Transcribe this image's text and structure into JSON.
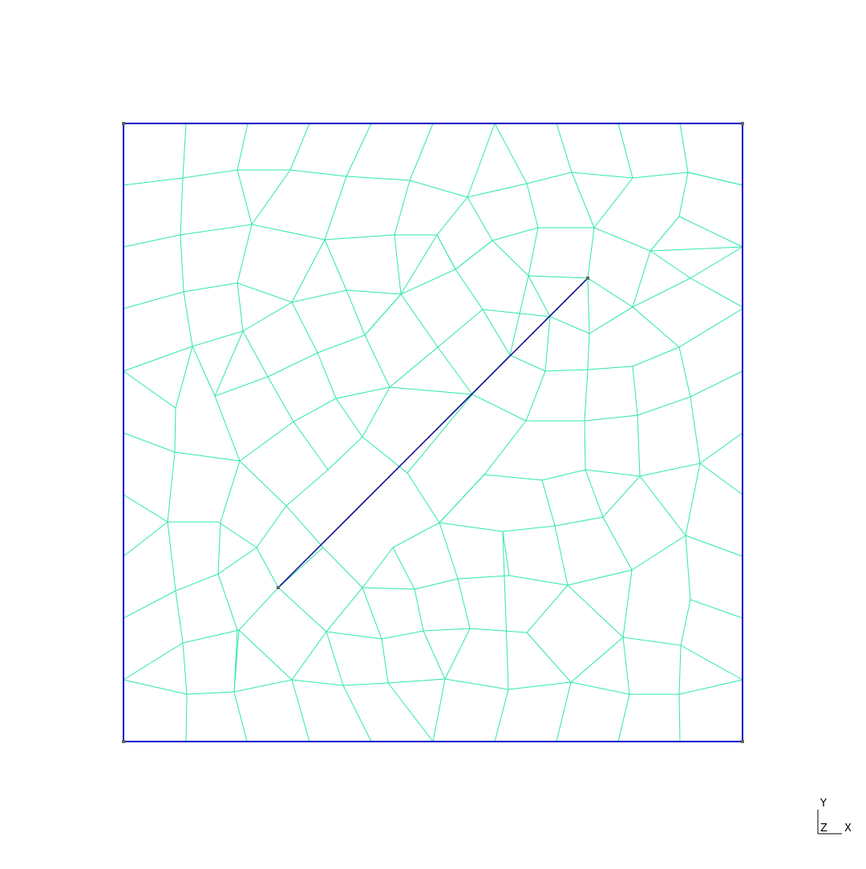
{
  "colors": {
    "background": "#ffffff",
    "mesh_edge": "#2ee8a8",
    "boundary": "#0000cc",
    "crack": "#00008b",
    "vertex": "#5f6b5f"
  },
  "triad": {
    "y_label": "Y",
    "z_label": "Z",
    "x_label": "X"
  }
}
